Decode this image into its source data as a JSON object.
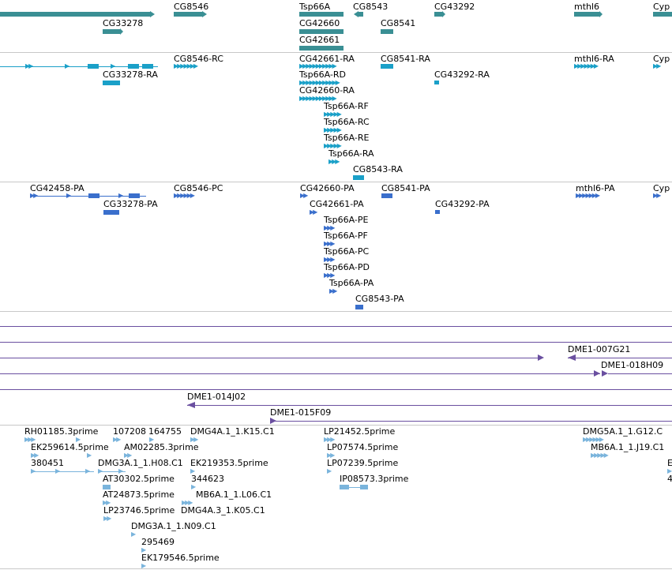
{
  "colors": {
    "gene": "#3a8f94",
    "transcript": "#1aa0c8",
    "protein": "#3a6fcc",
    "clone": "#6a4fa0",
    "est": "#7ab4dc",
    "separator": "#c8c8c8"
  },
  "gene_track": {
    "labels": [
      "CG8546",
      "Tsp66A",
      "CG8543",
      "CG43292",
      "mthl6",
      "Cyp",
      "CG33278",
      "CG42660",
      "CG8541",
      "CG42661"
    ]
  },
  "transcript_track": {
    "labels": [
      "CG8546-RC",
      "CG42661-RA",
      "CG8541-RA",
      "mthl6-RA",
      "Cyp",
      "CG33278-RA",
      "Tsp66A-RD",
      "CG43292-RA",
      "CG42660-RA",
      "Tsp66A-RF",
      "Tsp66A-RC",
      "Tsp66A-RE",
      "Tsp66A-RA",
      "CG8543-RA"
    ]
  },
  "protein_track": {
    "labels": [
      "CG42458-PA",
      "CG8546-PC",
      "CG42660-PA",
      "CG8541-PA",
      "mthl6-PA",
      "Cyp",
      "CG33278-PA",
      "CG42661-PA",
      "CG43292-PA",
      "Tsp66A-PE",
      "Tsp66A-PF",
      "Tsp66A-PC",
      "Tsp66A-PD",
      "Tsp66A-PA",
      "CG8543-PA"
    ]
  },
  "clone_track": {
    "labels": [
      "DME1-007G21",
      "DME1-018H09",
      "DME1-014J02",
      "DME1-015F09"
    ]
  },
  "est_track": {
    "labels": [
      "RH01185.3prime",
      "107208",
      "164755",
      "DMG4A.1_1.K15.C1",
      "LP21452.5prime",
      "DMG5A.1_1.G12.C",
      "EK259614.5prime",
      "AM02285.3prime",
      "LP07574.5prime",
      "MB6A.1_1.J19.C1",
      "380451",
      "DMG3A.1_1.H08.C1",
      "EK219353.5prime",
      "LP07239.5prime",
      "E",
      "AT30302.5prime",
      "344623",
      "IP08573.3prime",
      "4",
      "AT24873.5prime",
      "MB6A.1_1.L06.C1",
      "LP23746.5prime",
      "DMG4A.3_1.K05.C1",
      "DMG3A.1_1.N09.C1",
      "295469",
      "EK179546.5prime"
    ]
  }
}
